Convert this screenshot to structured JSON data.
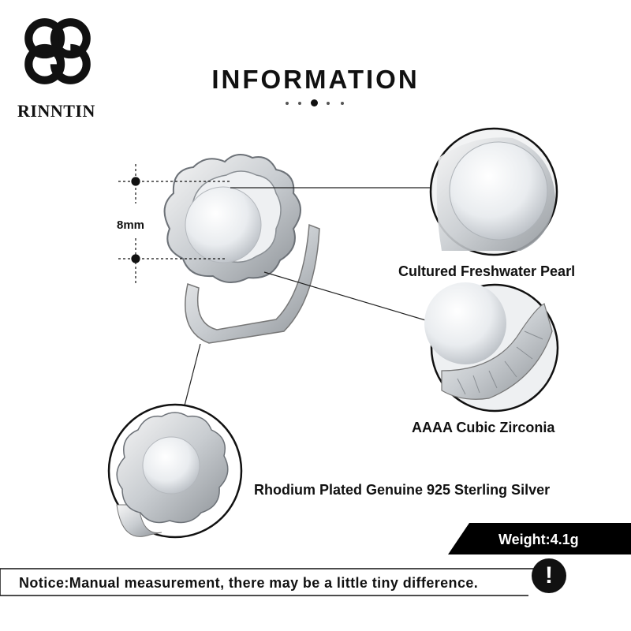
{
  "brand": {
    "name": "RINNTIN"
  },
  "header": {
    "title": "INFORMATION"
  },
  "measurement": {
    "size_label": "8mm"
  },
  "features": [
    {
      "label": "Cultured Freshwater Pearl"
    },
    {
      "label": "AAAA Cubic Zirconia"
    },
    {
      "label": "Rhodium Plated Genuine 925 Sterling Silver"
    }
  ],
  "specs": {
    "weight": "Weight:4.1g"
  },
  "notice": {
    "text": "Notice:Manual measurement, there may be a little tiny difference.",
    "icon": "!"
  },
  "colors": {
    "text": "#111111",
    "accent": "#000000",
    "background": "#ffffff"
  }
}
